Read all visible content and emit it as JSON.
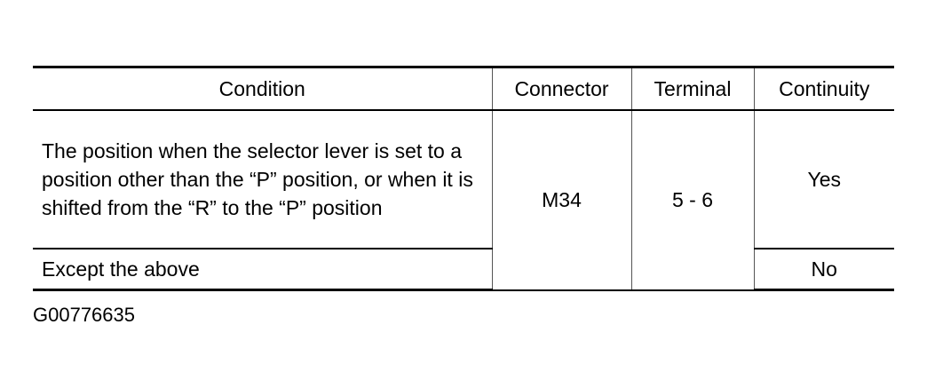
{
  "table": {
    "headers": {
      "condition": "Condition",
      "connector": "Connector",
      "terminal": "Terminal",
      "continuity": "Continuity"
    },
    "rows": [
      {
        "condition": "The position when the selector lever is set to a position other than the “P” position, or when it is shifted from the “R” to the “P” position",
        "continuity": "Yes"
      },
      {
        "condition": "Except the above",
        "continuity": "No"
      }
    ],
    "connector": "M34",
    "terminal": "5 - 6"
  },
  "figure_code": "G00776635"
}
